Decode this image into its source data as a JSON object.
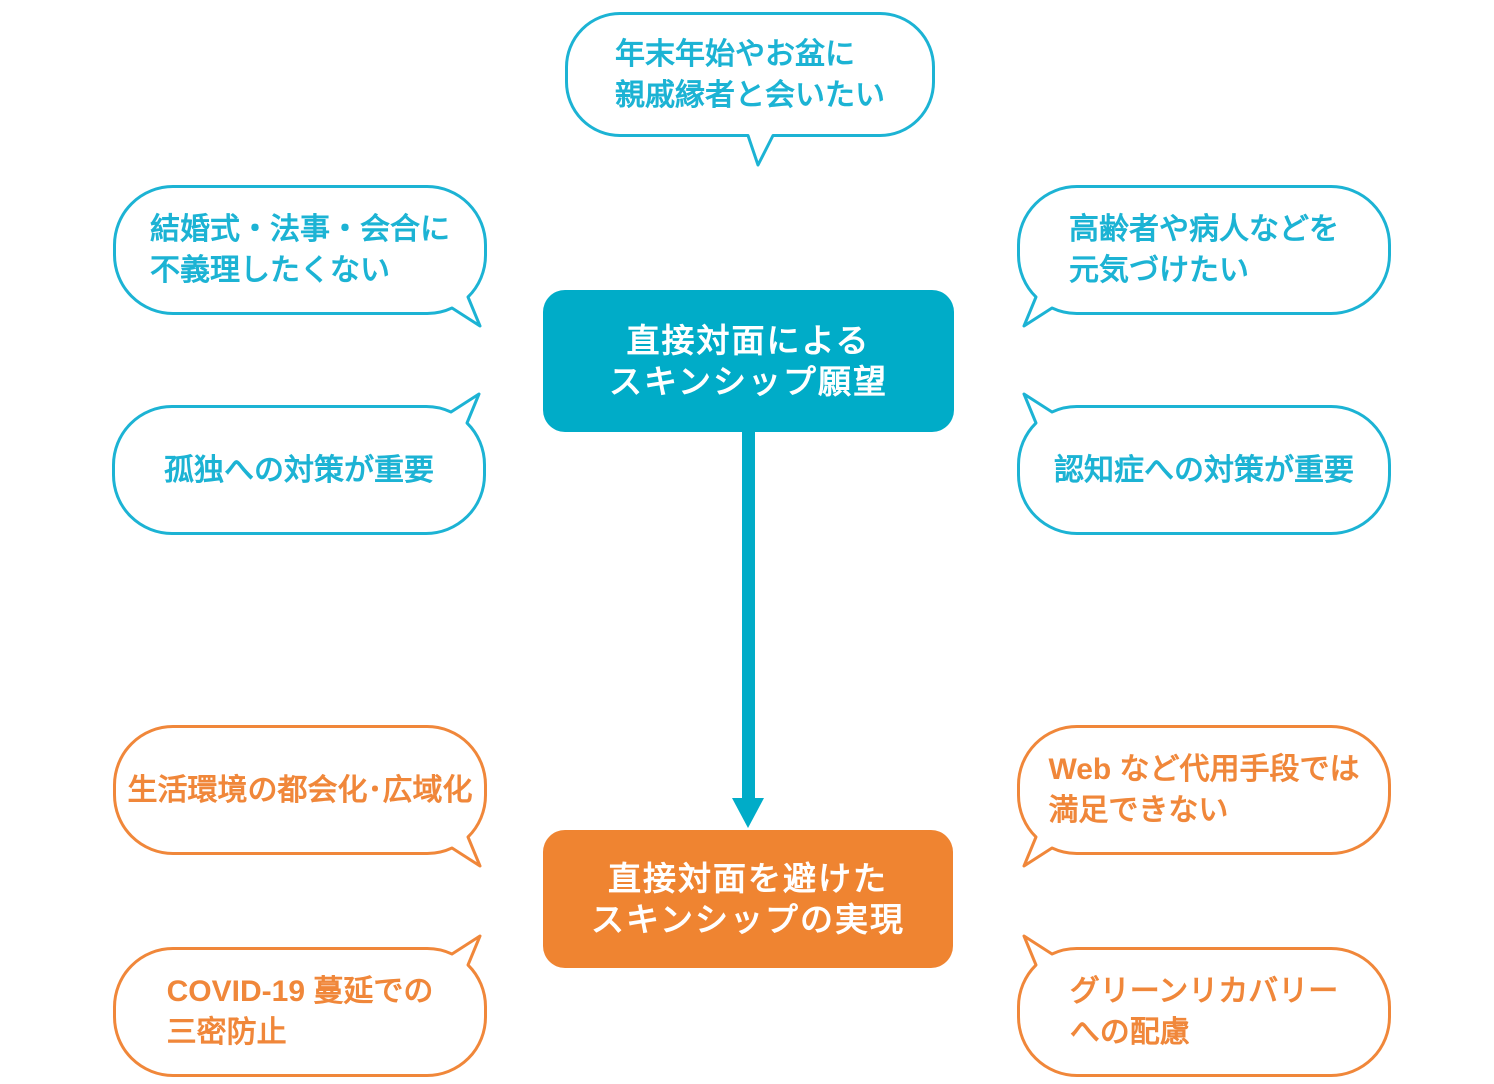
{
  "boxes": {
    "source": {
      "label": "直接対面による\nスキンシップ願望"
    },
    "target": {
      "label": "直接対面を避けた\nスキンシップの実現"
    }
  },
  "bubbles": {
    "meet_relatives": "年末年始やお盆に\n親戚縁者と会いたい",
    "ceremonies": "結婚式・法事・会合に\n不義理したくない",
    "cheer_up_elderly": "高齢者や病人などを\n元気づけたい",
    "loneliness": "孤独への対策が重要",
    "dementia": "認知症への対策が重要",
    "urbanization": "生活環境の都会化･広域化",
    "web_insufficient": "Web など代用手段では\n満足できない",
    "covid": "COVID-19 蔓延での\n三密防止",
    "green_recovery": "グリーンリカバリー\nへの配慮"
  },
  "colors": {
    "box_cyan": "#00acc8",
    "bubble_cyan": "#1cb3d4",
    "box_orange": "#ef8431",
    "bubble_orange": "#f0873a",
    "background": "#ffffff"
  }
}
